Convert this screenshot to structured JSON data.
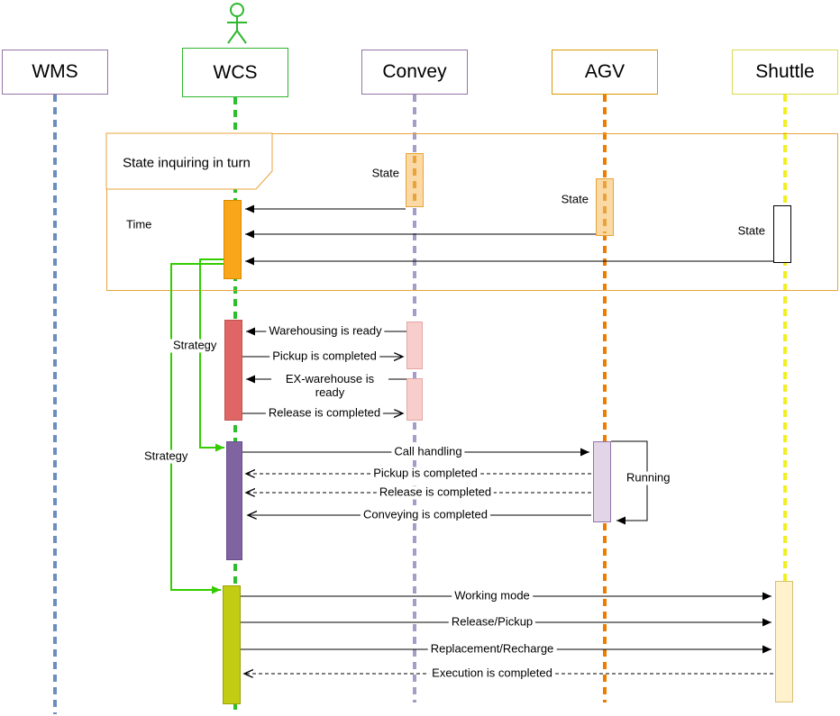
{
  "diagram_type": "sequence-diagram",
  "lifelines": [
    {
      "label": "WMS",
      "border_color": "#9673A6",
      "lifeline_color": "#6C8EBF"
    },
    {
      "label": "WCS",
      "border_color": "#2EB82E",
      "lifeline_color": "#2DBE2D",
      "actor": true
    },
    {
      "label": "Convey",
      "border_color": "#9673A6",
      "lifeline_color": "#A79CC8"
    },
    {
      "label": "AGV",
      "border_color": "#D79B00",
      "lifeline_color": "#EE7C00"
    },
    {
      "label": "Shuttle",
      "border_color": "#DADA52",
      "lifeline_color": "#F0F020"
    }
  ],
  "frame": {
    "label": "State inquiring in turn",
    "border_color": "#E8A33D"
  },
  "annotations": {
    "time": "Time",
    "state_convey": "State",
    "state_agv": "State",
    "state_shuttle": "State",
    "strategy_convey": "Strategy",
    "strategy_agv": "Strategy",
    "running": "Running"
  },
  "messages": [
    {
      "text": "Warehousing is ready",
      "from": "Convey",
      "to": "WCS",
      "line": "solid"
    },
    {
      "text": "Pickup is completed",
      "from": "WCS",
      "to": "Convey",
      "line": "solid"
    },
    {
      "text": "EX-warehouse is ready",
      "from": "Convey",
      "to": "WCS",
      "line": "solid"
    },
    {
      "text": "Release is completed",
      "from": "WCS",
      "to": "Convey",
      "line": "solid"
    },
    {
      "text": "Call handling",
      "from": "WCS",
      "to": "AGV",
      "line": "solid"
    },
    {
      "text": "Pickup is completed",
      "from": "AGV",
      "to": "WCS",
      "line": "dashed"
    },
    {
      "text": "Release is completed",
      "from": "AGV",
      "to": "WCS",
      "line": "dashed"
    },
    {
      "text": "Conveying is completed",
      "from": "AGV",
      "to": "WCS",
      "line": "solid"
    },
    {
      "text": "Working mode",
      "from": "WCS",
      "to": "Shuttle",
      "line": "solid"
    },
    {
      "text": "Release/Pickup",
      "from": "WCS",
      "to": "Shuttle",
      "line": "solid"
    },
    {
      "text": "Replacement/Recharge",
      "from": "WCS",
      "to": "Shuttle",
      "line": "solid"
    },
    {
      "text": "Execution is completed",
      "from": "Shuttle",
      "to": "WCS",
      "line": "dashed"
    }
  ],
  "connector_color": "#33CC00"
}
